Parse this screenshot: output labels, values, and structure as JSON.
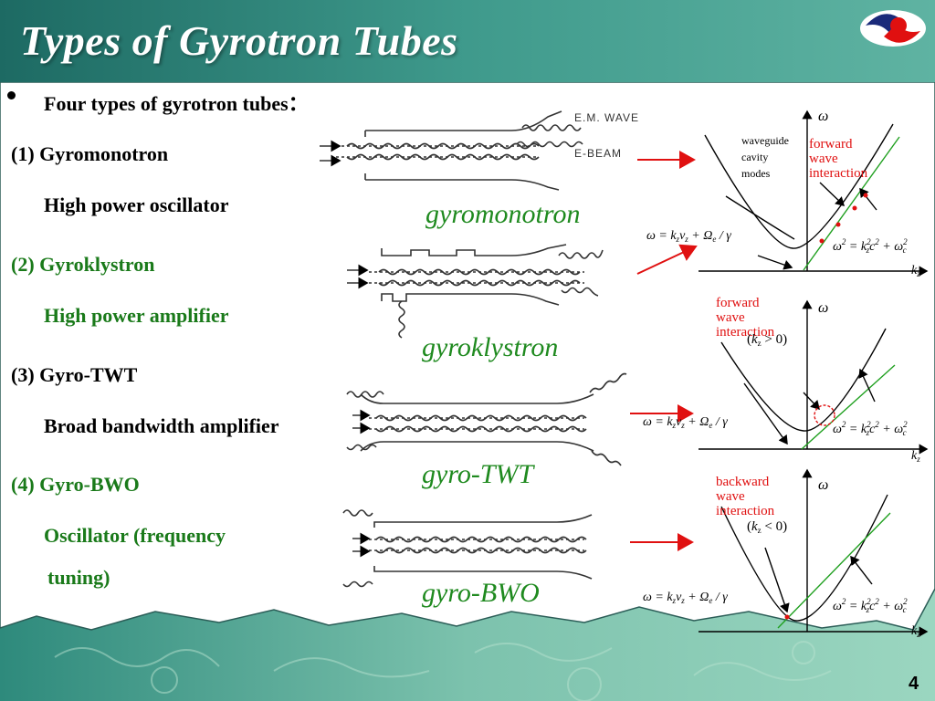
{
  "title": "Types of Gyrotron Tubes",
  "intro": "Four types of gyrotron tubes：",
  "items": [
    {
      "num": "(1) Gyromonotron",
      "desc": "High power oscillator",
      "color": "#000000"
    },
    {
      "num": "(2) Gyroklystron",
      "desc": "High power amplifier",
      "color": "#1a7a1a"
    },
    {
      "num": "(3) Gyro-TWT",
      "desc": "Broad bandwidth amplifier",
      "color": "#000000"
    },
    {
      "num": "(4) Gyro-BWO",
      "desc": "Oscillator (frequency",
      "desc2": "tuning)",
      "color": "#1a7a1a"
    }
  ],
  "tube_labels": {
    "em_wave": "E.M. WAVE",
    "e_beam": "E-BEAM",
    "gyromonotron": "gyromonotron",
    "gyroklystron": "gyroklystron",
    "gyro_twt": "gyro-TWT",
    "gyro_bwo": "gyro-BWO"
  },
  "dispersion": {
    "omega": "ω",
    "kz": "k",
    "kz_sub": "z",
    "beam_line": "ω = k",
    "wg_eq": "ω",
    "d1": {
      "modes": [
        "waveguide",
        "cavity",
        "modes"
      ],
      "interaction": [
        "forward",
        "wave",
        "interaction"
      ]
    },
    "d2": {
      "interaction": [
        "forward",
        "wave",
        "interaction"
      ],
      "condition": "k",
      "cond_rel": " > 0"
    },
    "d3": {
      "interaction": [
        "backward",
        "wave",
        "interaction"
      ],
      "condition": "k",
      "cond_rel": " < 0"
    }
  },
  "colors": {
    "accent_green": "#1f8a1f",
    "red": "#e01010",
    "title": "#ffffff"
  },
  "page_number": "4"
}
